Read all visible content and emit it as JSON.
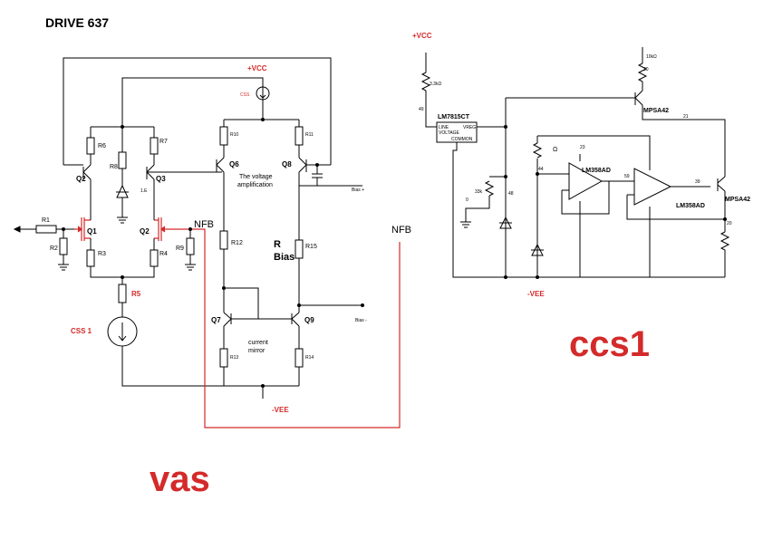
{
  "title": "DRIVE 637",
  "vas": {
    "vcc": "+VCC",
    "vee": "-VEE",
    "css_small": "CSS",
    "css1": "CSS 1",
    "r5": "R5",
    "nfb_left": "NFB",
    "nfb_right": "NFB",
    "voltage_amp": [
      "The voltage",
      "amplification"
    ],
    "current_mirror": [
      "current",
      "mirror"
    ],
    "r_bias": [
      "R",
      "Bias"
    ],
    "bias_plus": "Bias +",
    "bias_minus": "Bias -",
    "transistors": {
      "q2a": "Q2",
      "q3": "Q3",
      "q1": "Q1",
      "q2b": "Q2",
      "q6": "Q6",
      "q8": "Q8",
      "q7": "Q7",
      "q9": "Q9"
    },
    "resistors": {
      "r1": "R1",
      "r2": "R2",
      "r3": "R3",
      "r4": "R4",
      "r6": "R6",
      "r7": "R7",
      "r8": "R8",
      "r9": "R9",
      "r10": "R10",
      "r11": "R11",
      "r12": "R12",
      "r13": "R13",
      "r14": "R14",
      "r15": "R15"
    },
    "zener_val": "1.E",
    "big_label": "vas"
  },
  "ccs": {
    "vcc": "+VCC",
    "vee": "-VEE",
    "r_top_left": "3.3kΩ",
    "r_top_right": "10kΩ",
    "regulator": "LM7815CT",
    "reg_line": "LINE",
    "reg_vreg": "VREG",
    "reg_voltage": "VOLTAGE",
    "reg_common": "COMMON",
    "opamp1": "LM358AD",
    "opamp2": "LM358AD",
    "trans_top": "MPSA42",
    "trans_right": "MPSA42",
    "r_33k": "33k",
    "omega": "Ω",
    "nodes": {
      "n49": "49",
      "n30": "30",
      "n21": "21",
      "n23": "23",
      "n44": "44",
      "n48": "48",
      "n0": "0",
      "n59": "59",
      "n39": "39",
      "n20": "20"
    },
    "big_label": "ccs1"
  },
  "colors": {
    "wire": "#000000",
    "accent": "#d42a2a"
  }
}
